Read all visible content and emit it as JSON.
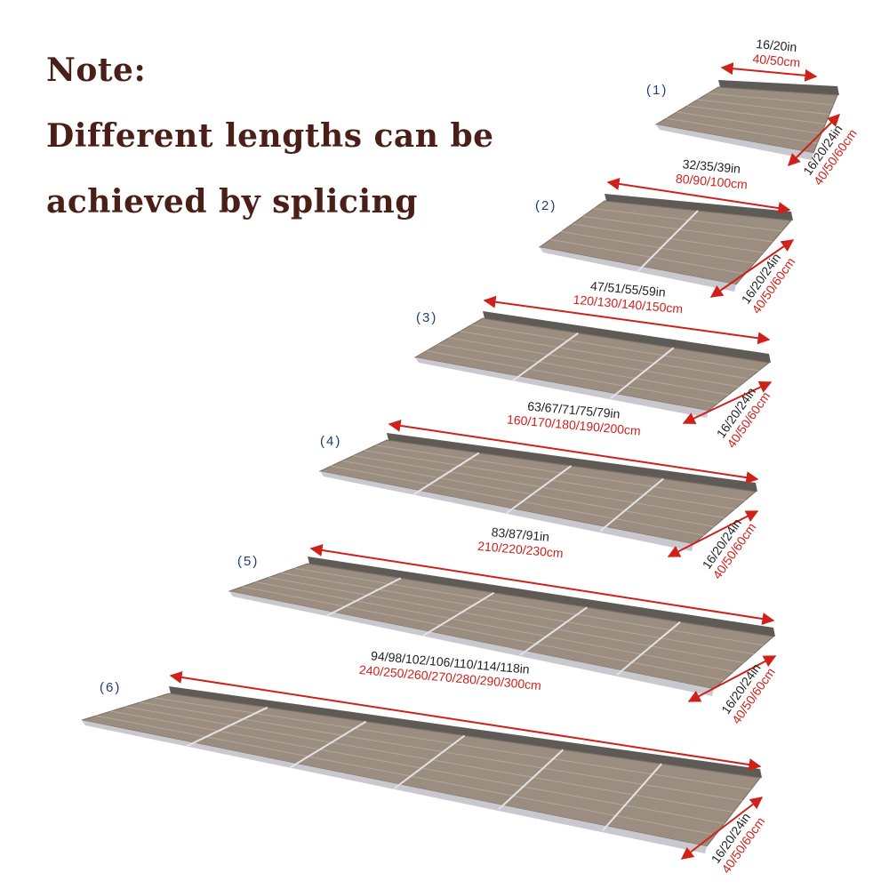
{
  "note": {
    "title": "Note:",
    "line1": "Different lengths can be",
    "line2": "achieved by splicing"
  },
  "colors": {
    "panel_top": "#9b8e80",
    "panel_edge": "#c8c8ce",
    "back_flange": "#5e5a56",
    "arrow": "#d0201a",
    "note_text": "#4a1f17",
    "number_label": "#1d3f77"
  },
  "width_dimension": {
    "in": "16/20/24in",
    "cm": "40/50/60cm"
  },
  "configurations": [
    {
      "label": "(1)",
      "panels": 1,
      "length_in": "16/20in",
      "length_cm": "40/50cm"
    },
    {
      "label": "(2)",
      "panels": 2,
      "length_in": "32/35/39in",
      "length_cm": "80/90/100cm"
    },
    {
      "label": "(3)",
      "panels": 3,
      "length_in": "47/51/55/59in",
      "length_cm": "120/130/140/150cm"
    },
    {
      "label": "(4)",
      "panels": 4,
      "length_in": "63/67/71/75/79in",
      "length_cm": "160/170/180/190/200cm"
    },
    {
      "label": "(5)",
      "panels": 5,
      "length_in": "83/87/91in",
      "length_cm": "210/220/230cm"
    },
    {
      "label": "(6)",
      "panels": 6,
      "length_in": "94/98/102/106/110/114/118in",
      "length_cm": "240/250/260/270/280/290/300cm"
    }
  ]
}
